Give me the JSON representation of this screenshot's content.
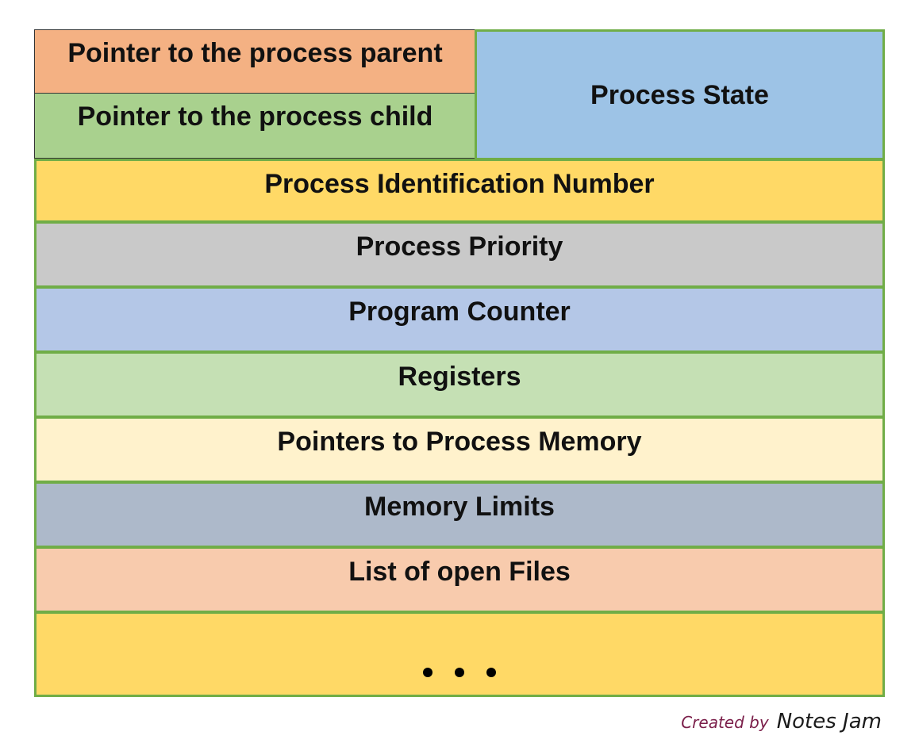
{
  "diagram": {
    "cells": {
      "parent_pointer": "Pointer to the process parent",
      "child_pointer": "Pointer to the process child",
      "process_state": "Process State",
      "pid": "Process Identification Number",
      "priority": "Process Priority",
      "program_counter": "Program Counter",
      "registers": "Registers",
      "memory_pointers": "Pointers to Process Memory",
      "memory_limits": "Memory Limits",
      "open_files": "List of open Files"
    },
    "colors": {
      "parent_pointer": "#f4b183",
      "child_pointer": "#a9d18e",
      "process_state": "#9dc3e6",
      "pid": "#ffd966",
      "priority": "#c9c9c9",
      "program_counter": "#b4c7e7",
      "registers": "#c5e0b4",
      "memory_pointers": "#fff2cc",
      "memory_limits": "#adb9ca",
      "open_files": "#f8cbad",
      "continuation": "#ffd966",
      "border": "#70ad47"
    }
  },
  "credit": {
    "prefix": "Created by",
    "brand": "Notes Jam"
  }
}
